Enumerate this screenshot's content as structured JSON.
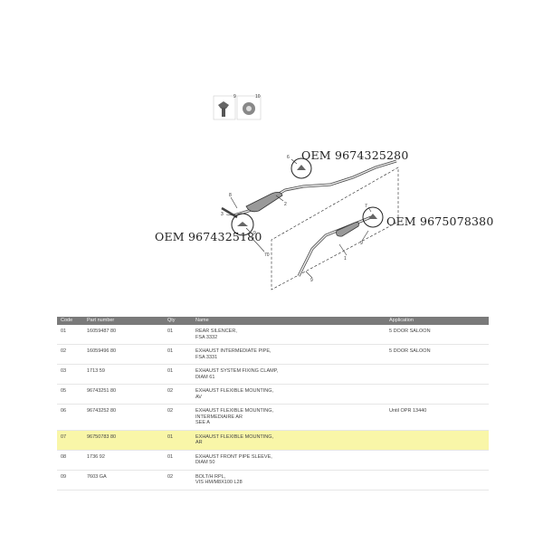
{
  "oem_labels": [
    "OEM 9674325280",
    "OEM 9674325180",
    "OEM 9675078380"
  ],
  "callouts": [
    "1",
    "2",
    "3",
    "4",
    "5",
    "6",
    "7",
    "8",
    "9",
    "10",
    "70"
  ],
  "table": {
    "headers": [
      "Code",
      "Part number",
      "Qty",
      "Name",
      "Application"
    ],
    "rows": [
      {
        "code": "01",
        "part": "16059487 80",
        "qty": "01",
        "name": [
          "REAR SILENCER,",
          "FSA 3332"
        ],
        "app": "5 DOOR SALOON",
        "highlight": false
      },
      {
        "code": "02",
        "part": "16059496 80",
        "qty": "01",
        "name": [
          "EXHAUST INTERMEDIATE PIPE,",
          "FSA 3331"
        ],
        "app": "5 DOOR SALOON",
        "highlight": false
      },
      {
        "code": "03",
        "part": "1713 59",
        "qty": "01",
        "name": [
          "EXHAUST SYSTEM FIXING CLAMP,",
          "DIAM 61"
        ],
        "app": "",
        "highlight": false
      },
      {
        "code": "05",
        "part": "96743251 80",
        "qty": "02",
        "name": [
          "EXHAUST FLEXIBLE MOUNTING,",
          "AV"
        ],
        "app": "",
        "highlight": false
      },
      {
        "code": "06",
        "part": "96743252 80",
        "qty": "02",
        "name": [
          "EXHAUST FLEXIBLE MOUNTING,",
          "INTERMEDIAIRE AR",
          "SEE A"
        ],
        "app": "Until OPR 13440",
        "highlight": false
      },
      {
        "code": "07",
        "part": "96750783 80",
        "qty": "01",
        "name": [
          "EXHAUST FLEXIBLE MOUNTING,",
          "AR"
        ],
        "app": "",
        "highlight": true
      },
      {
        "code": "08",
        "part": "1736 92",
        "qty": "01",
        "name": [
          "EXHAUST FRONT PIPE SLEEVE,",
          "DIAM 50"
        ],
        "app": "",
        "highlight": false
      },
      {
        "code": "09",
        "part": "7603 GA",
        "qty": "02",
        "name": [
          "BOLT/H RPL,",
          "VIS HM/M8X100 L28"
        ],
        "app": "",
        "highlight": false
      }
    ]
  }
}
